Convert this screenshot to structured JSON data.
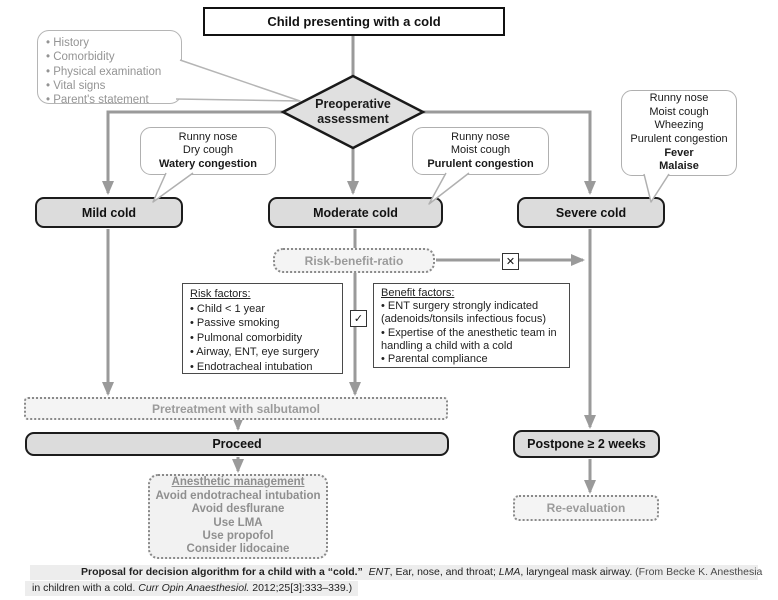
{
  "root": {
    "title": "Child presenting with a cold"
  },
  "diamond": {
    "line1": "Preoperative",
    "line2": "assessment"
  },
  "info_callout": {
    "items": [
      "• History",
      "• Comorbidity",
      "• Physical examination",
      "• Vital signs",
      "• Parent's statement"
    ]
  },
  "severity": {
    "mild": "Mild cold",
    "moderate": "Moderate cold",
    "severe": "Severe cold"
  },
  "callouts": {
    "mild": {
      "lines": [
        "Runny nose",
        "Dry cough",
        "Watery congestion"
      ]
    },
    "moderate": {
      "lines": [
        "Runny nose",
        "Moist cough",
        "Purulent congestion"
      ]
    },
    "severe": {
      "lines": [
        "Runny nose",
        "Moist cough",
        "Wheezing",
        "Purulent congestion",
        "Fever",
        "Malaise"
      ]
    }
  },
  "risk_benefit": {
    "label": "Risk-benefit-ratio",
    "negative_mark": "✕",
    "positive_mark": "✓"
  },
  "risk_factors": {
    "title": "Risk factors:",
    "items": [
      "• Child < 1 year",
      "• Passive smoking",
      "• Pulmonal comorbidity",
      "• Airway, ENT, eye surgery",
      "• Endotracheal intubation"
    ]
  },
  "benefit_factors": {
    "title": "Benefit factors:",
    "items": [
      "• ENT surgery strongly indicated (adenoids/tonsils infectious focus)",
      "• Expertise of the anesthetic team in handling a child with a cold",
      "• Parental compliance"
    ]
  },
  "actions": {
    "pretreatment": "Pretreatment with salbutamol",
    "proceed": "Proceed",
    "postpone": "Postpone ≥ 2 weeks",
    "reevaluation": "Re-evaluation"
  },
  "anesthetic": {
    "title": "Anesthetic management",
    "items": [
      "Avoid endotracheal intubation",
      "Avoid desflurane",
      "Use LMA",
      "Use propofol",
      "Consider lidocaine"
    ]
  },
  "caption": {
    "bold": "Proposal for decision algorithm for a child with a “cold.”",
    "abbrev_ent": "ENT",
    "t1": ", Ear, nose, and throat; ",
    "abbrev_lma": "LMA",
    "t2": ", laryngeal mask airway. ",
    "source_start": "(From Becke K. Anesthesia",
    "line2_pre": "in children with a cold. ",
    "journal": "Curr Opin Anaesthesiol.",
    "line2_post": " 2012;25[3]:333–339.)"
  },
  "colors": {
    "node_fill": "#dcdcdc",
    "node_border": "#1c1c1c",
    "arrow_gray": "#9a9a9a",
    "dashed_text": "#9b9b9b",
    "caption_bg": "#ededed"
  }
}
